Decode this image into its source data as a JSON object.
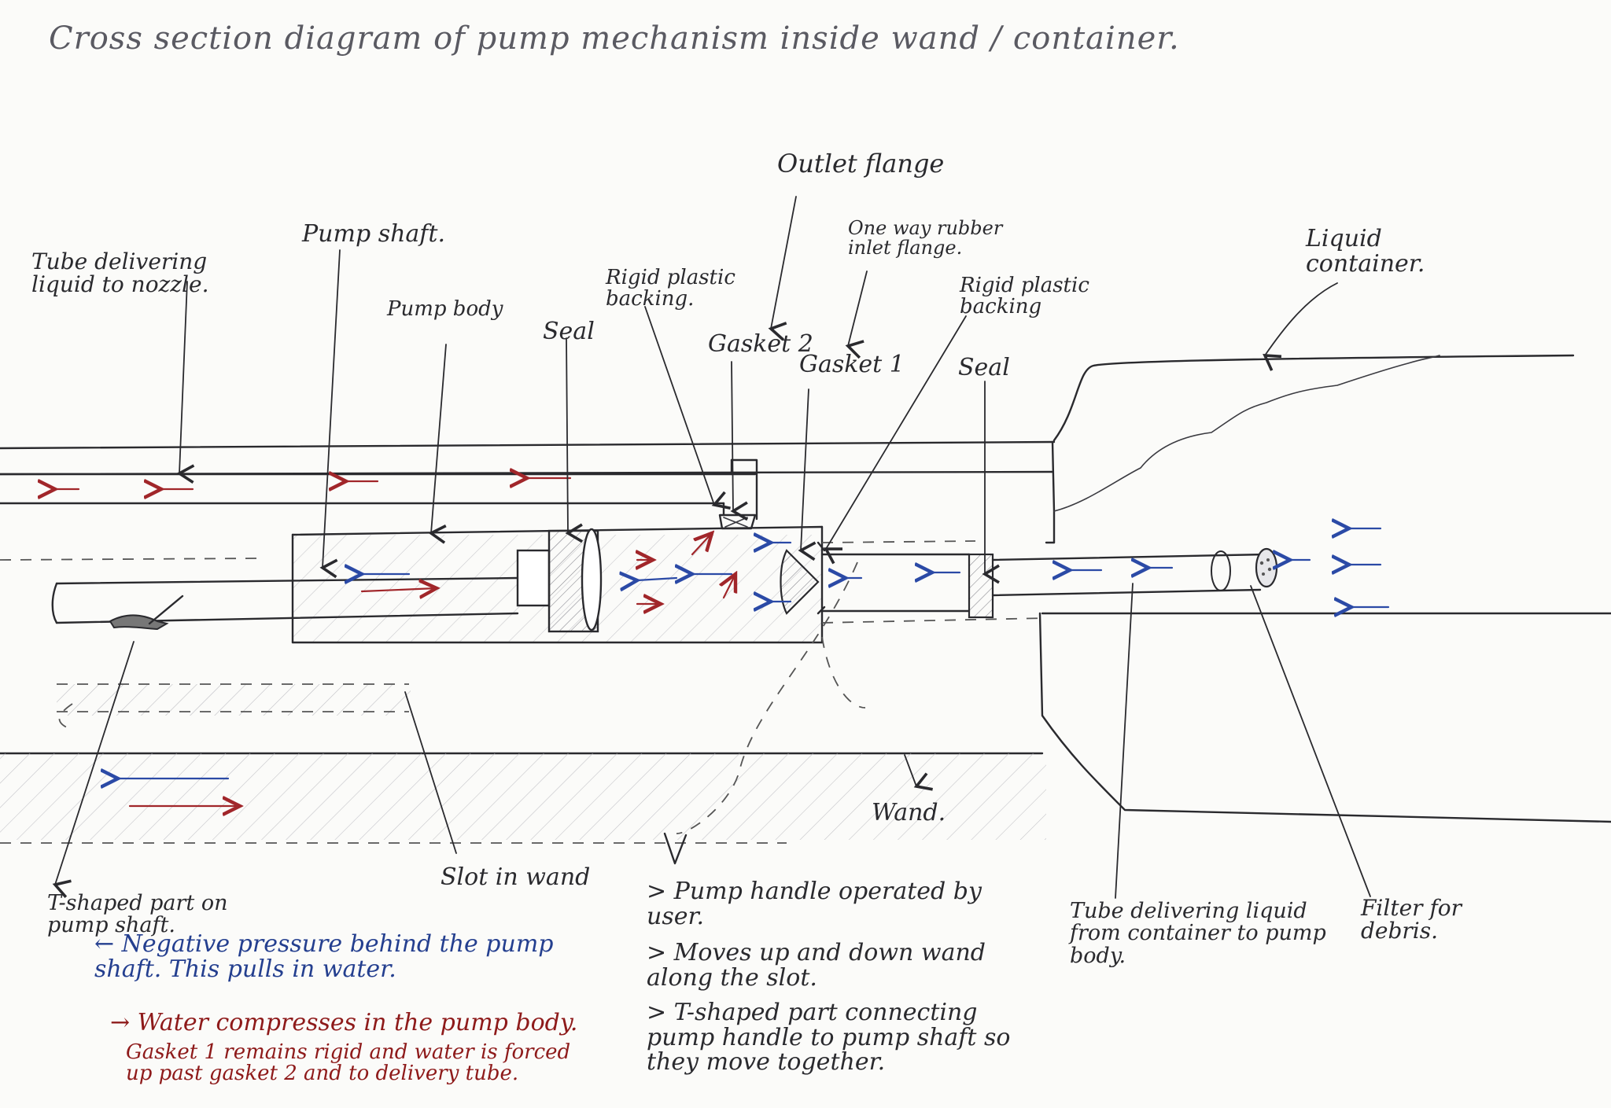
{
  "title": "Cross section diagram of pump mechanism inside wand / container.",
  "labels": {
    "tube_to_nozzle": "Tube delivering liquid to nozzle.",
    "pump_shaft": "Pump shaft.",
    "pump_body": "Pump body",
    "seal_left": "Seal",
    "rigid_backing_left": "Rigid plastic backing.",
    "outlet_flange": "Outlet flange",
    "gasket_2": "Gasket 2",
    "one_way_flange": "One way rubber inlet flange.",
    "gasket_1": "Gasket 1",
    "rigid_backing_right": "Rigid plastic backing",
    "seal_right": "Seal",
    "liquid_container": "Liquid container.",
    "wand": "Wand.",
    "t_shaped_part": "T-shaped part on pump shaft.",
    "slot_in_wand": "Slot in wand",
    "tube_from_container": "Tube delivering liquid from container to pump body.",
    "filter": "Filter for debris."
  },
  "notes": {
    "negative_pressure": "← Negative pressure behind the pump shaft. This pulls in water.",
    "compression": "→ Water compresses in the pump body.",
    "gasket_behaviour": "Gasket 1 remains rigid and water is forced up past gasket 2 and to delivery tube.",
    "handle_1": "> Pump handle operated by user.",
    "handle_2": "> Moves up and down wand along the slot.",
    "handle_3": "> T-shaped part connecting pump handle to pump shaft so they move together."
  },
  "colors": {
    "ink": "#2a2a2e",
    "blue_arrow": "#2b4aa6",
    "red_arrow": "#a1262a",
    "paper": "#fbfbf9"
  }
}
